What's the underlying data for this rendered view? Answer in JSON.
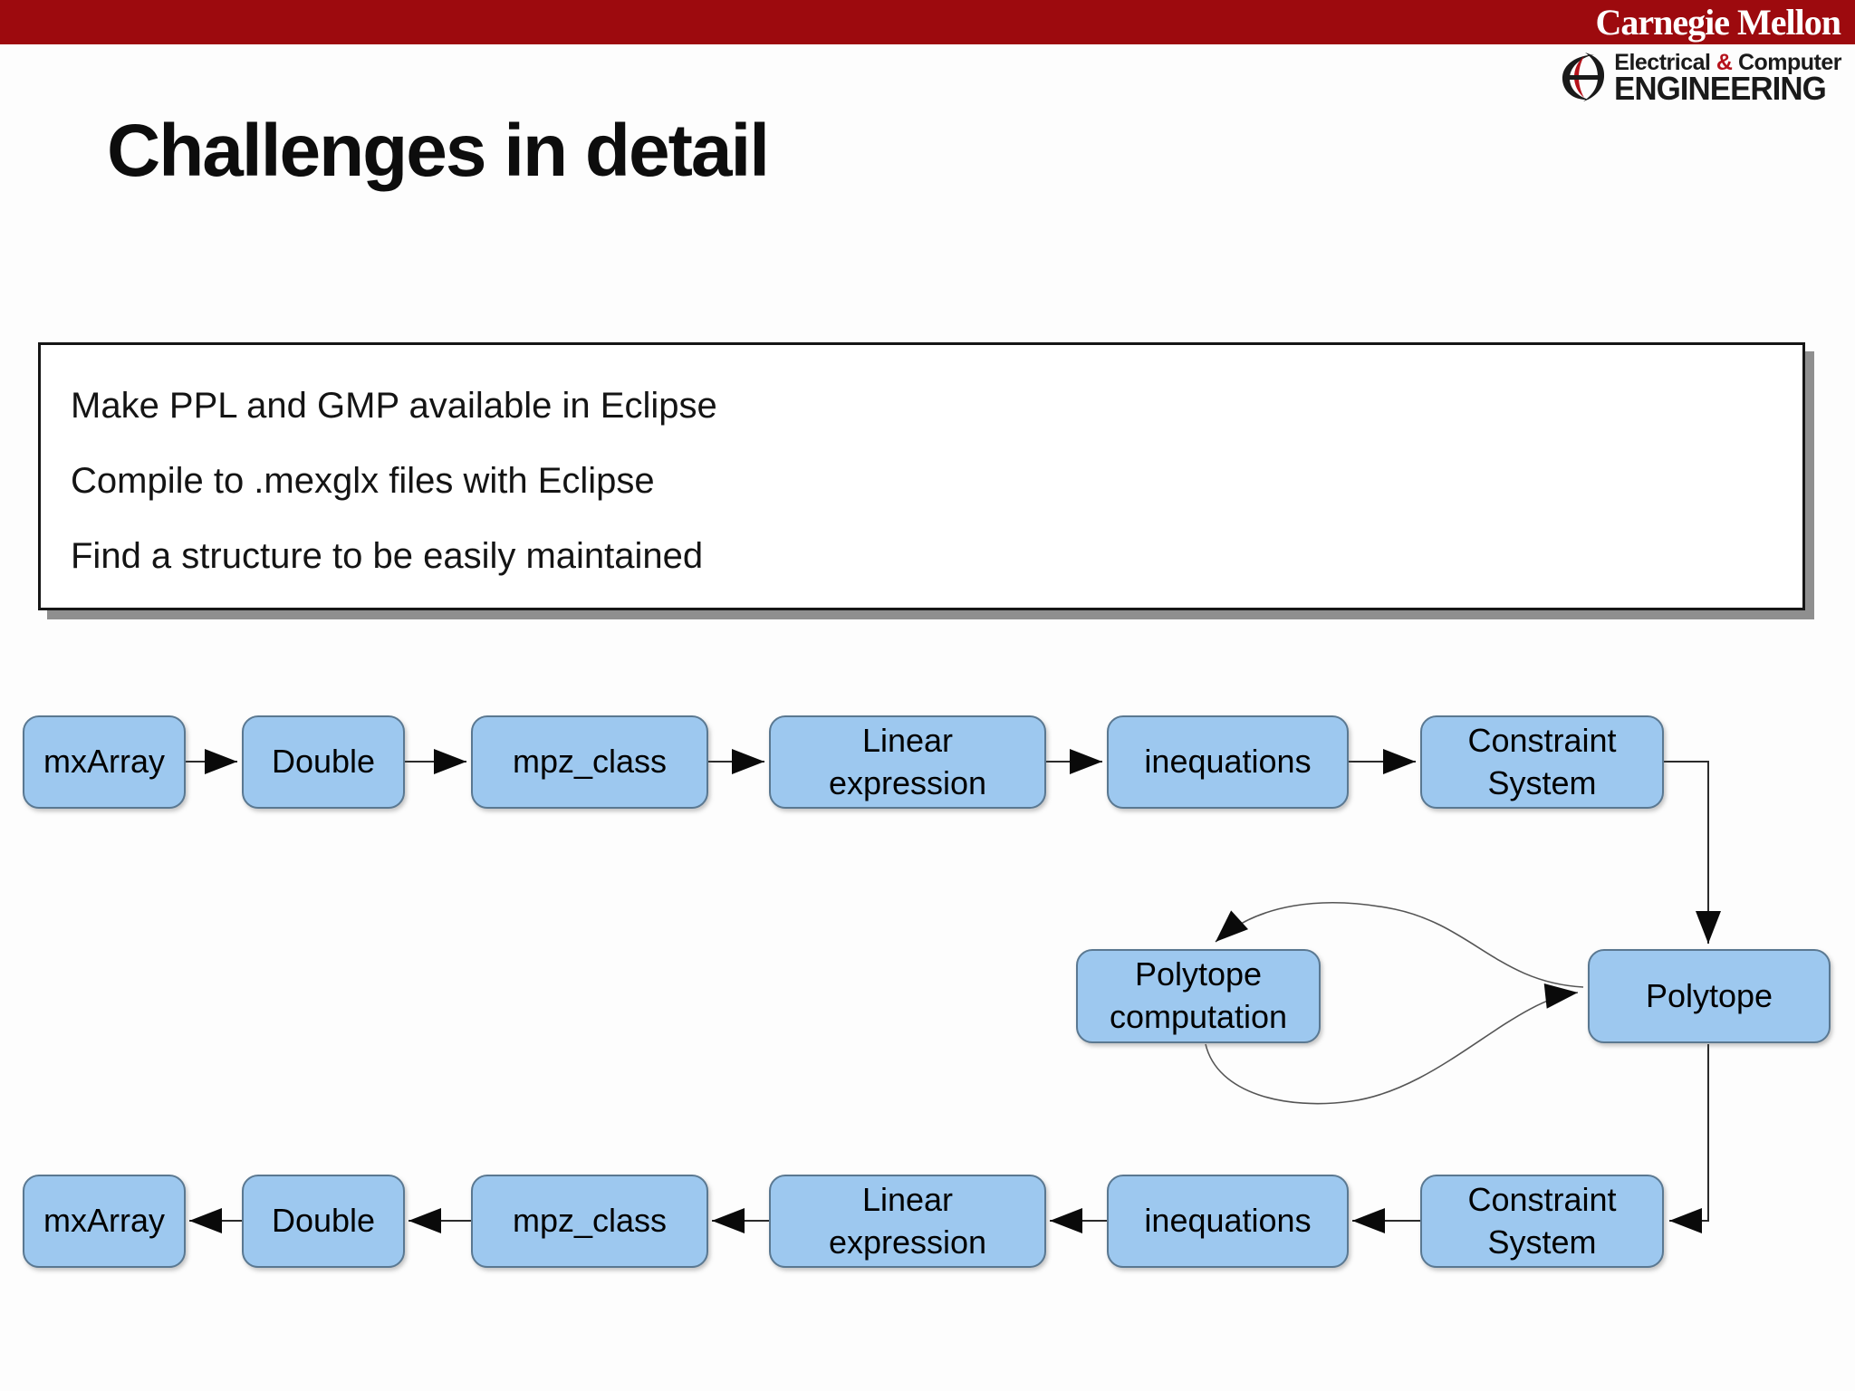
{
  "header": {
    "wordmark": "Carnegie Mellon",
    "dept": {
      "pre": "Electrical",
      "amp": "&",
      "post": "Computer",
      "line2": "ENGINEERING"
    }
  },
  "slide": {
    "title": "Challenges in detail",
    "challenges": [
      "Make PPL and GMP available in Eclipse",
      "Compile to .mexglx files with Eclipse",
      "Find a structure to be easily maintained"
    ]
  },
  "diagram": {
    "top_row": [
      "mxArray",
      "Double",
      "mpz_class",
      "Linear expression",
      "inequations",
      "Constraint System"
    ],
    "middle_row": [
      "Polytope computation",
      "Polytope"
    ],
    "bottom_row": [
      "mxArray",
      "Double",
      "mpz_class",
      "Linear expression",
      "inequations",
      "Constraint System"
    ]
  },
  "colors": {
    "bar-red": "#9d0a0e",
    "amp-red": "#b5121b",
    "node-fill": "#9dc8ef",
    "node-border": "#5a7891",
    "box-shadow-gray": "#8f8f8f",
    "text": "#121212"
  }
}
